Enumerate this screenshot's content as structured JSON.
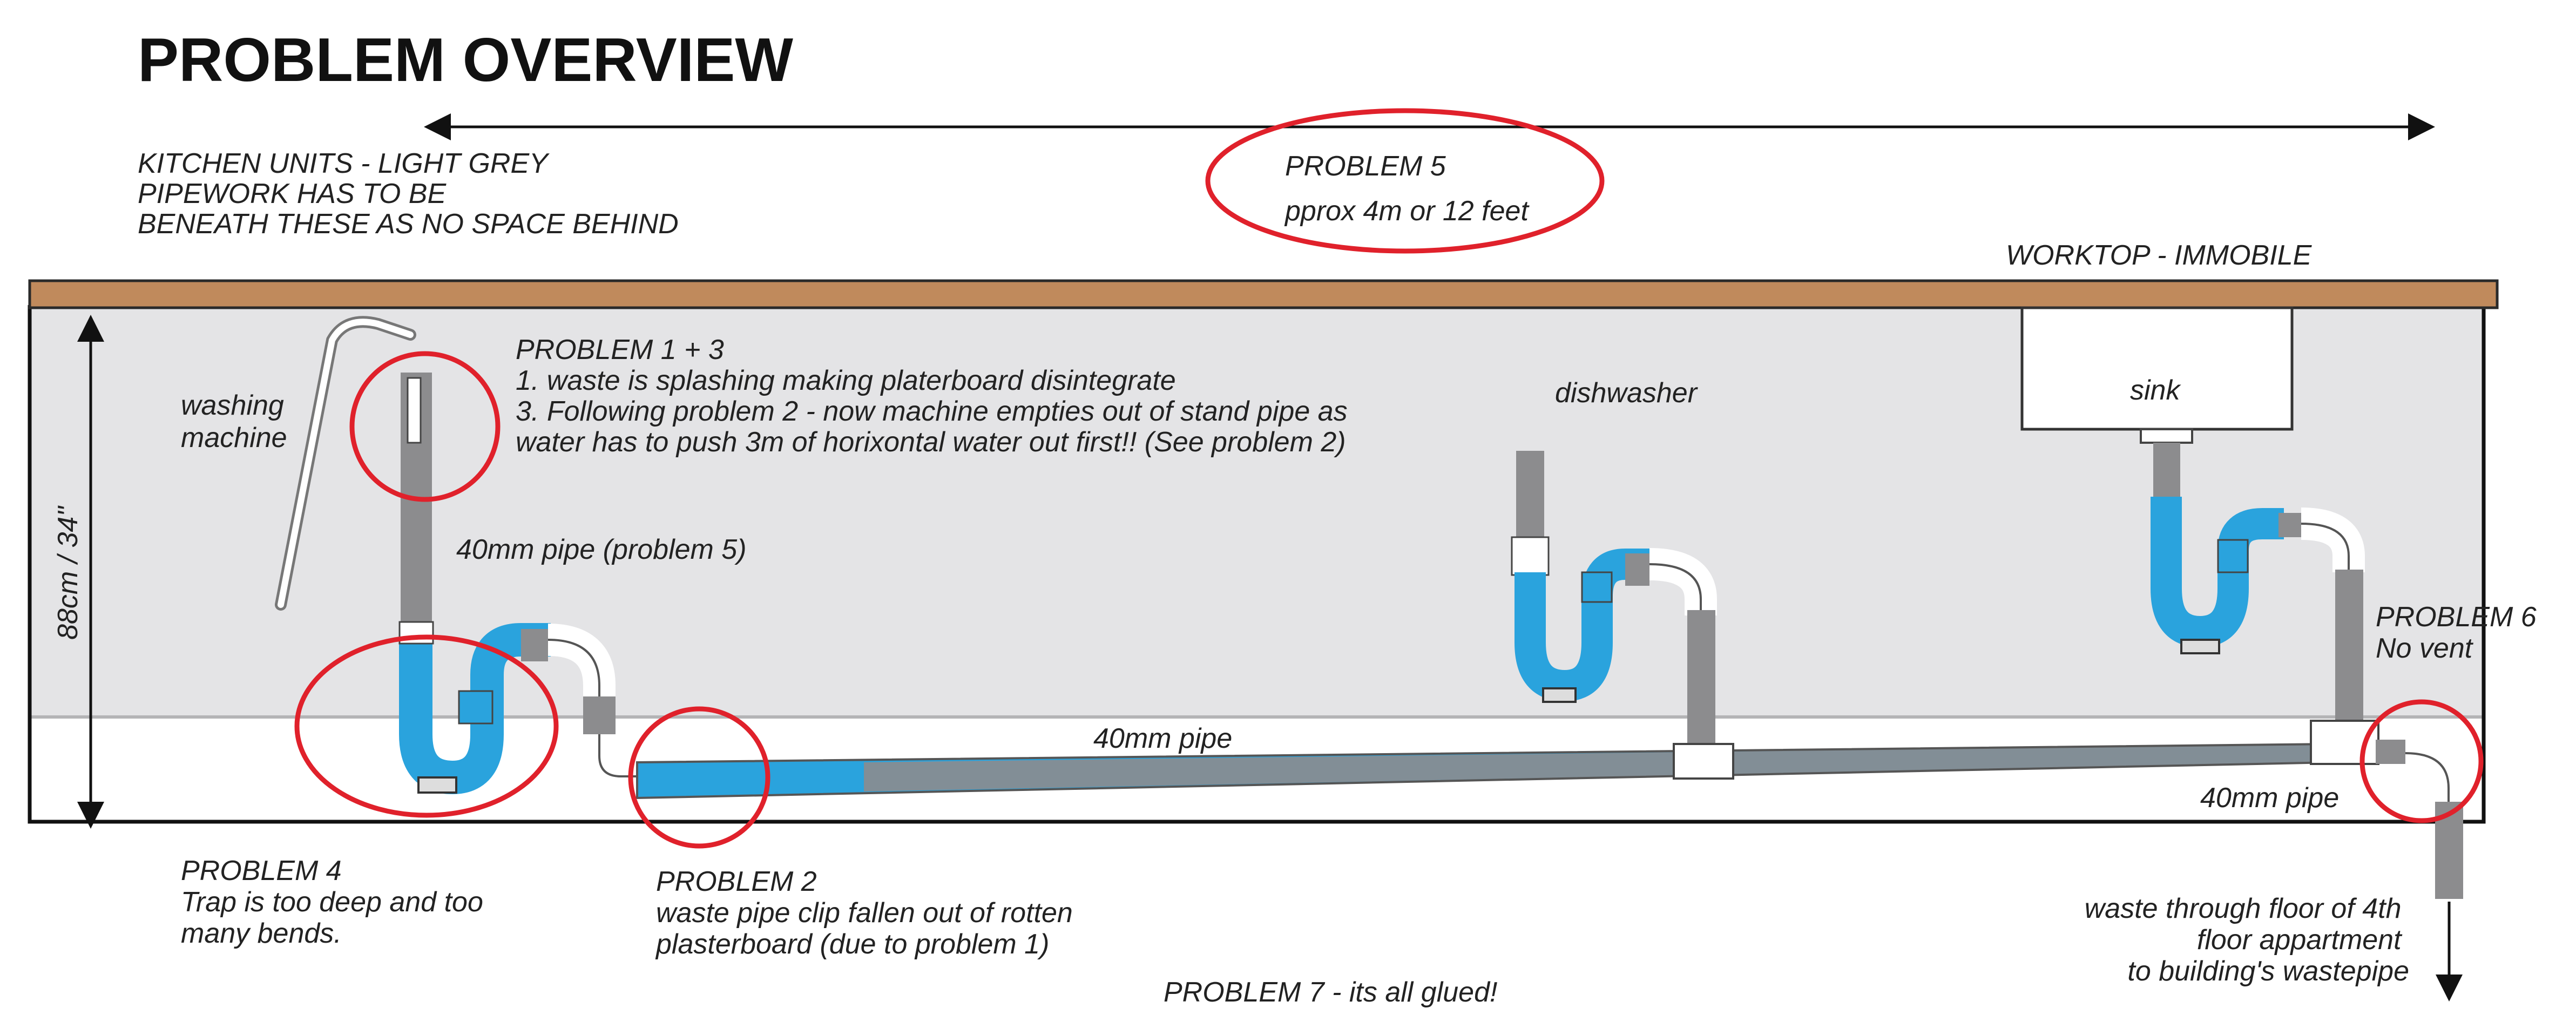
{
  "title": "PROBLEM  OVERVIEW",
  "colors": {
    "worktop": "#c08a5c",
    "units": "#e4e4e6",
    "water": "#2aa3dd",
    "pipe_grey": "#8c8c8e",
    "problem_circle": "#e0212b",
    "fitting": "#ffffff"
  },
  "labels": {
    "kitchen_units": [
      "KITCHEN UNITS - LIGHT GREY",
      "PIPEWORK HAS TO BE",
      "BENEATH THESE AS NO SPACE BEHIND"
    ],
    "problem5": [
      "PROBLEM 5",
      "pprox 4m or 12 feet"
    ],
    "worktop": "WORKTOP - IMMOBILE",
    "height": "88cm / 34\"",
    "washing_machine": [
      "washing",
      "machine"
    ],
    "problem1_3": [
      "PROBLEM 1 + 3",
      "1. waste is splashing making platerboard disintegrate",
      "3. Following problem 2 - now machine empties out of stand pipe as",
      "water has to push 3m of horixontal water out first!! (See problem 2)"
    ],
    "dishwasher": "dishwasher",
    "sink": "sink",
    "pipe_40mm_problem5": "40mm pipe (problem 5)",
    "pipe_40mm_center": "40mm pipe",
    "pipe_40mm_right": "40mm pipe",
    "problem6": [
      "PROBLEM 6",
      "No vent"
    ],
    "problem4": [
      "PROBLEM 4",
      "Trap is too deep and too",
      "many bends."
    ],
    "problem2": [
      "PROBLEM 2",
      "waste pipe clip fallen out of rotten",
      "plasterboard (due to problem 1)"
    ],
    "problem7": "PROBLEM 7 - its all glued!",
    "waste_floor": [
      "waste through floor of 4th",
      "floor appartment",
      "to building's wastepipe"
    ]
  }
}
